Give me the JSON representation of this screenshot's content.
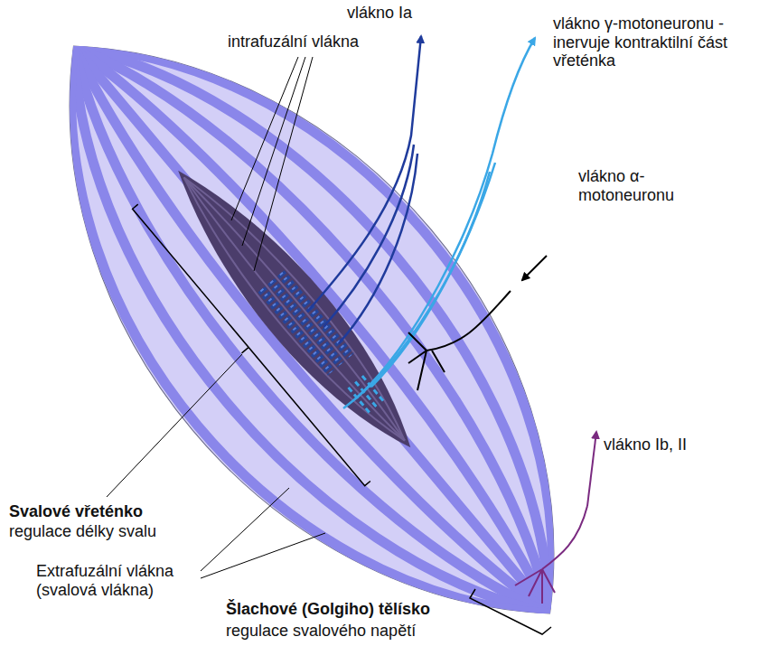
{
  "diagram": {
    "labels": [
      "vlákno Ia",
      "vlákno γ-motoneuronu - inervuje kontraktilní část vřeténka",
      "intrafuzální vlákna",
      "vlákno α-motoneuronu",
      "Svalové vřeténko",
      "regulace délky svalu",
      "Extrafuzální vlákna (svalová vlákna)",
      "vlákno Ib, II",
      "Šlachové (Golgiho) tělísko",
      "regulace svalového napětí"
    ]
  }
}
